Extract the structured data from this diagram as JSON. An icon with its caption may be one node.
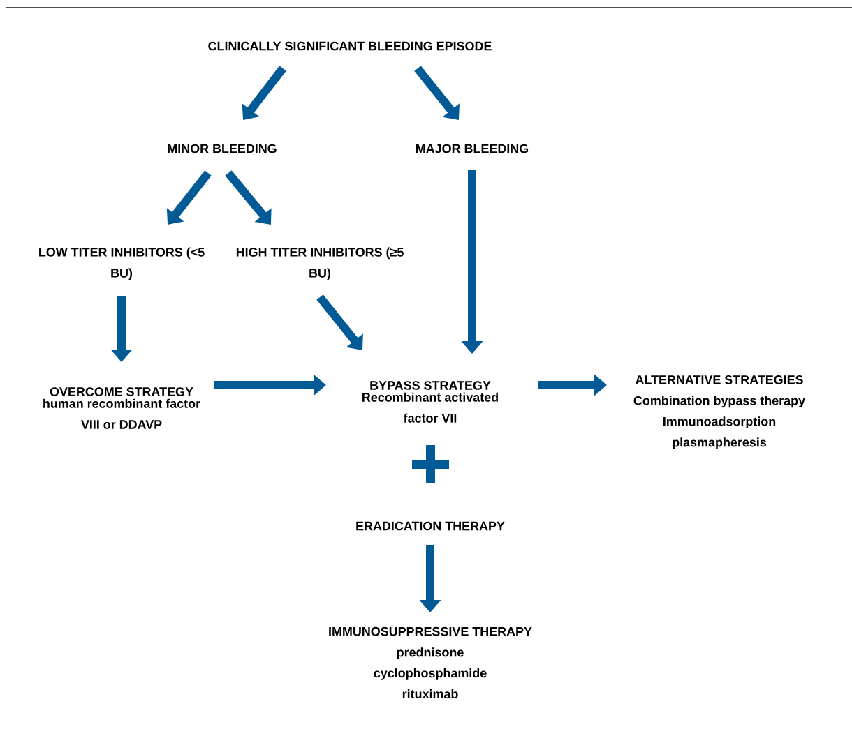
{
  "diagram": {
    "nodes": [
      {
        "text": [
          "CLINICALLY SIGNIFICANT BLEEDING EPISODE"
        ]
      },
      {
        "text": [
          "MINOR BLEEDING"
        ]
      },
      {
        "text": [
          "MAJOR BLEEDING"
        ]
      },
      {
        "text": [
          "LOW TITER INHIBITORS (<5 BU)"
        ]
      },
      {
        "text": [
          "HIGH TITER INHIBITORS (≥5 BU)"
        ]
      },
      {
        "text": [
          "OVERCOME STRATEGY",
          "human recombinant factor VIII or DDAVP"
        ]
      },
      {
        "text": [
          "BYPASS STRATEGY",
          "Recombinant activated factor VII"
        ]
      },
      {
        "text": [
          "ALTERNATIVE STRATEGIES",
          "Combination bypass therapy",
          "Immunoadsorption",
          "plasmapheresis"
        ]
      },
      {
        "text": [
          "ERADICATION THERAPY"
        ]
      },
      {
        "text": [
          "IMMUNOSUPPRESSIVE THERAPY",
          "prednisone",
          "cyclophosphamide",
          "rituximab"
        ]
      }
    ],
    "edges": [
      {
        "from": 0,
        "to": 1,
        "arrow": "to"
      },
      {
        "from": 0,
        "to": 2,
        "arrow": "to"
      },
      {
        "from": 1,
        "to": 3,
        "arrow": "to"
      },
      {
        "from": 1,
        "to": 4,
        "arrow": "to"
      },
      {
        "from": 2,
        "to": 6,
        "arrow": "to"
      },
      {
        "from": 3,
        "to": 5,
        "arrow": "to"
      },
      {
        "from": 4,
        "to": 6,
        "arrow": "to"
      },
      {
        "from": 5,
        "to": 6,
        "arrow": "to"
      },
      {
        "from": 6,
        "to": 7,
        "arrow": "to"
      },
      {
        "from": 8,
        "to": 9,
        "arrow": "to"
      }
    ]
  }
}
